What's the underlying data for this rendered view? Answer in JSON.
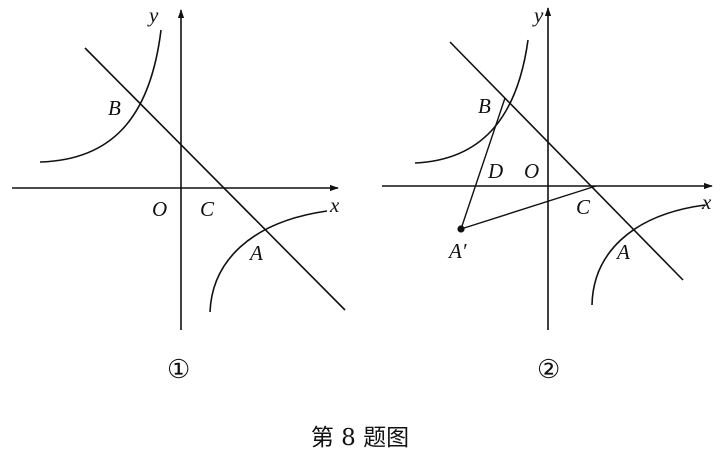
{
  "figure1": {
    "axis_y": "y",
    "axis_x": "x",
    "origin": "O",
    "point_b": "B",
    "point_c": "C",
    "point_a": "A",
    "number": "①"
  },
  "figure2": {
    "axis_y": "y",
    "axis_x": "x",
    "origin": "O",
    "point_b": "B",
    "point_d": "D",
    "point_c": "C",
    "point_a": "A",
    "point_a_prime": "A′",
    "number": "②"
  },
  "caption": "第 8 题图",
  "colors": {
    "ink": "#111111",
    "background": "#ffffff"
  }
}
